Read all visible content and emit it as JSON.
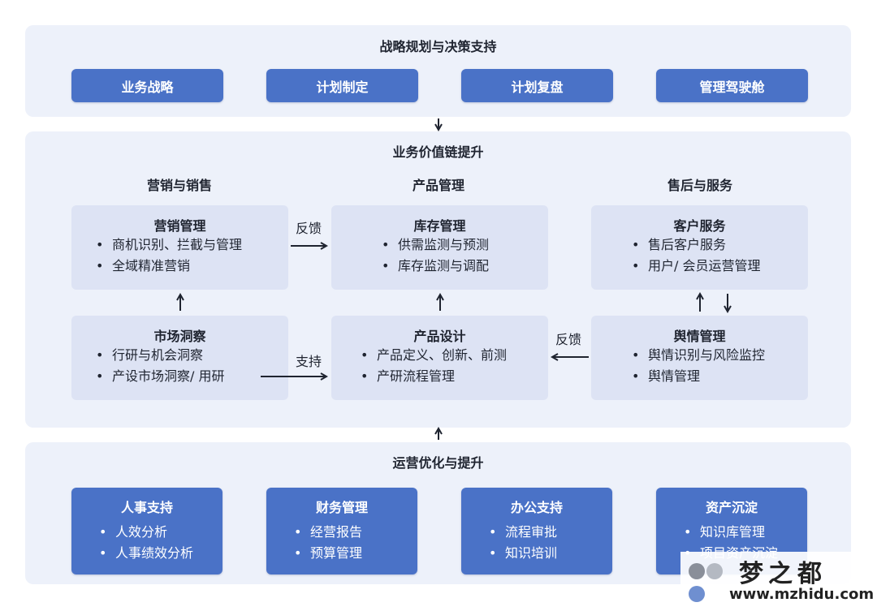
{
  "top": {
    "title": "战略规划与决策支持",
    "buttons": [
      "业务战略",
      "计划制定",
      "计划复盘",
      "管理驾驶舱"
    ]
  },
  "middle": {
    "title": "业务价值链提升",
    "columns": [
      "营销与销售",
      "产品管理",
      "售后与服务"
    ],
    "cards": {
      "marketing": {
        "title": "营销管理",
        "items": [
          "商机识别、拦截与管理",
          "全域精准营销"
        ]
      },
      "market_insight": {
        "title": "市场洞察",
        "items": [
          "行研与机会洞察",
          "产设市场洞察/ 用研"
        ]
      },
      "inventory": {
        "title": "库存管理",
        "items": [
          "供需监测与预测",
          "库存监测与调配"
        ]
      },
      "product_design": {
        "title": "产品设计",
        "items": [
          "产品定义、创新、前测",
          "产研流程管理"
        ]
      },
      "customer_service": {
        "title": "客户服务",
        "items": [
          "售后客户服务",
          "用户/ 会员运营管理"
        ]
      },
      "public_opinion": {
        "title": "舆情管理",
        "items": [
          "舆情识别与风险监控",
          "舆情管理"
        ]
      }
    },
    "flow_labels": {
      "feedback_1": "反馈",
      "support": "支持",
      "feedback_2": "反馈"
    }
  },
  "bottom": {
    "title": "运营优化与提升",
    "cards": [
      {
        "title": "人事支持",
        "items": [
          "人效分析",
          "人事绩效分析"
        ]
      },
      {
        "title": "财务管理",
        "items": [
          "经营报告",
          "预算管理"
        ]
      },
      {
        "title": "办公支持",
        "items": [
          "流程审批",
          "知识培训"
        ]
      },
      {
        "title": "资产沉淀",
        "items": [
          "知识库管理",
          "项目资产沉淀"
        ]
      }
    ]
  },
  "watermark": {
    "name": "梦之都",
    "url": "www.mzhidu.com"
  },
  "colors": {
    "panel_bg": "#edf1fa",
    "card_bg": "#dde3f4",
    "accent_blue": "#4a72c7"
  }
}
